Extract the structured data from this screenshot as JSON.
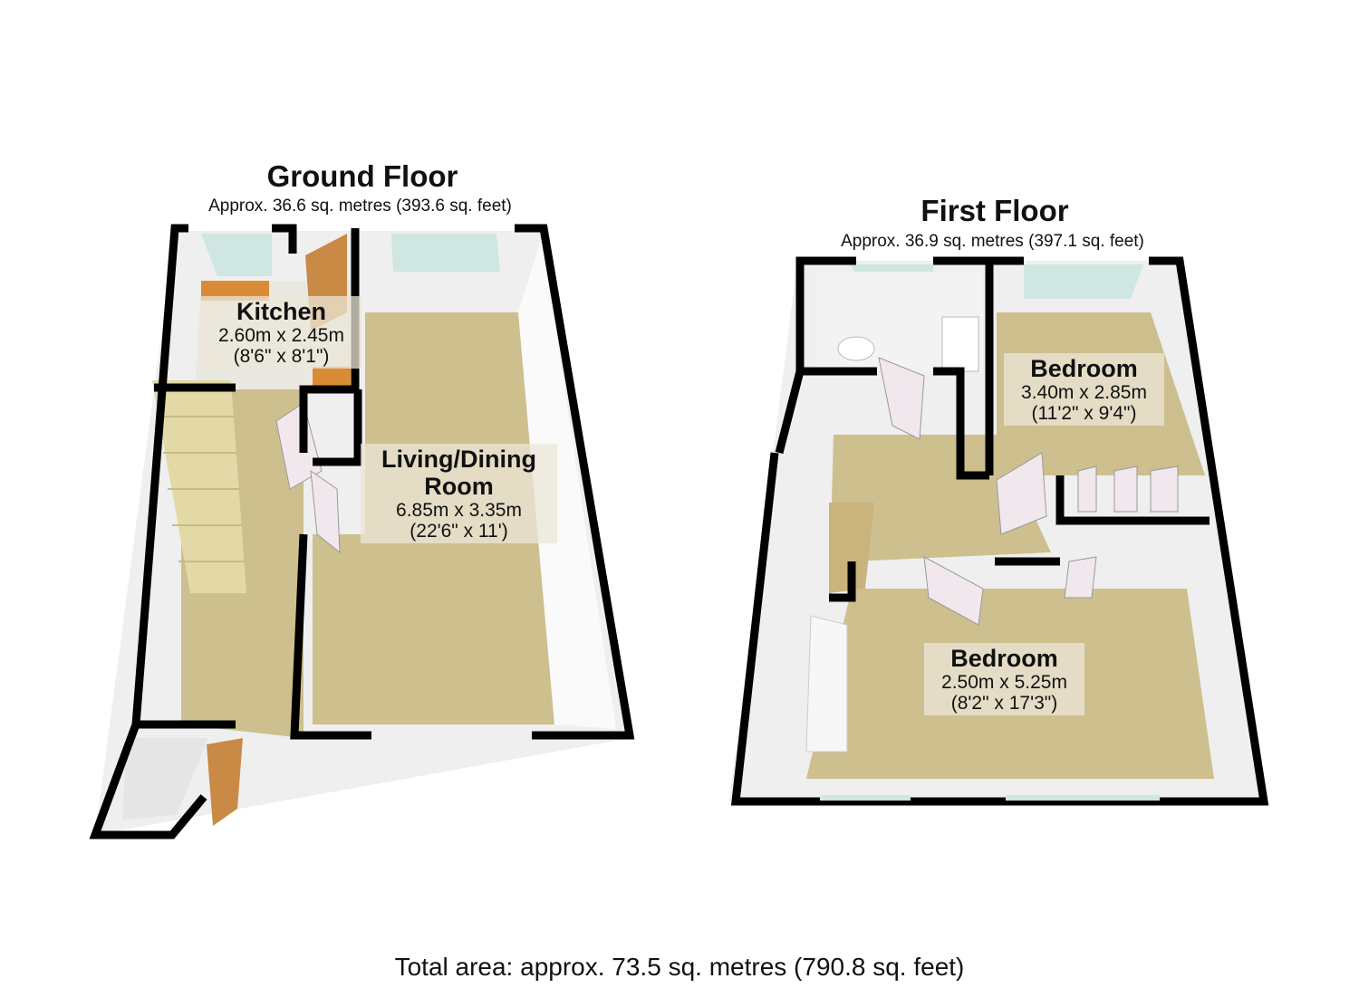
{
  "ground_floor": {
    "title": "Ground Floor",
    "area": "Approx. 36.6 sq. metres (393.6 sq. feet)",
    "rooms": [
      {
        "name": "Kitchen",
        "metric": "2.60m x 2.45m",
        "imperial": "(8'6\" x 8'1\")"
      },
      {
        "name": "Living/Dining",
        "name2": "Room",
        "metric": "6.85m x 3.35m",
        "imperial": "(22'6\" x 11')"
      }
    ]
  },
  "first_floor": {
    "title": "First Floor",
    "area": "Approx. 36.9 sq. metres (397.1 sq. feet)",
    "rooms": [
      {
        "name": "Bedroom",
        "metric": "3.40m x 2.85m",
        "imperial": "(11'2\" x 9'4\")"
      },
      {
        "name": "Bedroom",
        "metric": "2.50m x 5.25m",
        "imperial": "(8'2\" x 17'3\")"
      }
    ]
  },
  "total_area": "Total area: approx. 73.5 sq. metres (790.8 sq. feet)",
  "colors": {
    "wall": "#000000",
    "floor": "#cdbf8e",
    "wall_face": "#f4f4f4",
    "window": "#cfe6e2",
    "door": "#c98a45"
  }
}
